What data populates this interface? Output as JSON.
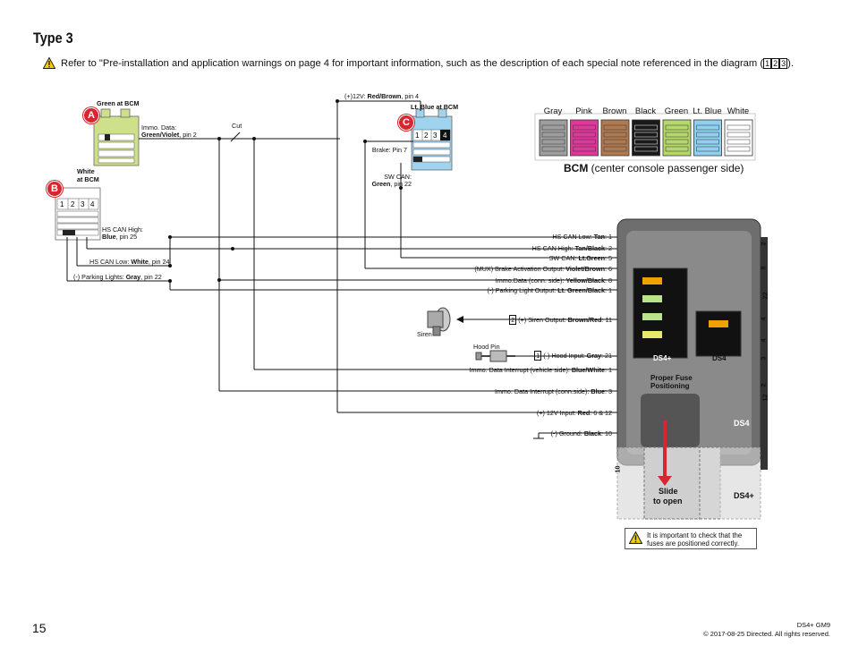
{
  "page": {
    "title": "Type 3",
    "note": "Refer to \"Pre-installation and application warnings on page 4 for important information, such as the description of each special note referenced in the diagram (",
    "note_end": ").",
    "note_refs": [
      "1",
      "2",
      "3"
    ],
    "page_number": "15",
    "footer_line1": "DS4+ GM9",
    "footer_line2": "© 2017-08-25 Directed. All rights reserved."
  },
  "connectors": {
    "a": {
      "letter": "A",
      "title": "Green at BCM",
      "color": "#cfe08a"
    },
    "b": {
      "letter": "B",
      "title_line1": "White",
      "title_line2": "at BCM",
      "color": "#ffffff"
    },
    "c": {
      "letter": "C",
      "title": "Lt. Blue at BCM",
      "color": "#9fd3ee"
    }
  },
  "bcm": {
    "caption_bold": "BCM",
    "caption_rest": " (center console passenger side)",
    "colors": [
      {
        "name": "Gray",
        "hex": "#9e9e9e"
      },
      {
        "name": "Pink",
        "hex": "#e0389a"
      },
      {
        "name": "Brown",
        "hex": "#b07a50"
      },
      {
        "name": "Black",
        "hex": "#1a1a1a"
      },
      {
        "name": "Green",
        "hex": "#b5d86a"
      },
      {
        "name": "Lt. Blue",
        "hex": "#8fd0f0"
      },
      {
        "name": "White",
        "hex": "#ffffff"
      }
    ]
  },
  "vehicle_labels": {
    "immo_data_a_1": "Immo. Data:",
    "immo_data_a_2": "Green/Violet",
    "immo_data_a_3": ", pin 2",
    "cut": "Cut",
    "plus12v_top_1": "(+)12V: ",
    "plus12v_top_2": "Red/Brown",
    "plus12v_top_3": ", pin 4",
    "brake_c": "Brake: Pin 7",
    "swcan_c_1": "SW CAN:",
    "swcan_c_2": "Green",
    "swcan_c_3": ", pin 22",
    "hs_high_b_1": "HS CAN High:",
    "hs_high_b_2": "Blue",
    "hs_high_b_3": ", pin 25",
    "hs_low_b_1": "HS CAN Low: ",
    "hs_low_b_2": "White",
    "hs_low_b_3": ", pin 24",
    "park_b_1": "(-) Parking Lights: ",
    "park_b_2": "Gray",
    "park_b_3": ", pin 22",
    "siren": "Siren",
    "hood_pin": "Hood Pin"
  },
  "module_wires": [
    {
      "pre": "HS CAN Low: ",
      "color": "Tan",
      "post": ": 1"
    },
    {
      "pre": "HS CAN High: ",
      "color": "Tan/Black",
      "post": ": 2"
    },
    {
      "pre": "SW CAN: ",
      "color": "Lt.Green",
      "post": ": 5"
    },
    {
      "pre": "(MUX) Brake Activation Output: ",
      "color": "Violet/Brown",
      "post": ": 6"
    },
    {
      "pre": "Immo.Data (conn. side): ",
      "color": "Yellow/Black",
      "post": ": 8"
    },
    {
      "pre": "(-) Parking Light Output: ",
      "color": "Lt. Green/Black",
      "post": ": 1"
    },
    {
      "pre": "(+) Siren Output: ",
      "color": "Brown/Red",
      "post": ": 11",
      "ref": "2"
    },
    {
      "pre": "(-) Hood Input: ",
      "color": "Gray",
      "post": ": 21",
      "ref": "1"
    },
    {
      "pre": "Immo. Data Interrupt (vehicle side): ",
      "color": "Blue/White",
      "post": ": 1"
    },
    {
      "pre": "Immo. Data Interrupt (conn.side): ",
      "color": "Blue",
      "post": ": 3"
    },
    {
      "pre": "(+) 12V Input: ",
      "color": "Red",
      "post": ": 6 & 12"
    },
    {
      "pre": "(-) Ground: ",
      "color": "Black",
      "post": ": 10"
    }
  ],
  "module": {
    "proper_fuse_1": "Proper Fuse",
    "proper_fuse_2": "Positioning",
    "ds4plus_fuse_label": "DS4+",
    "ds4_fuse_label": "DS4",
    "ds4_label": "DS4",
    "ds4plus_label": "DS4+",
    "slide_1": "Slide",
    "slide_2": "to open",
    "port_labels": [
      "2",
      "8",
      "4",
      "22",
      "4",
      "3",
      "2",
      "12",
      "10"
    ],
    "important": "It is important to check that the fuses are positioned correctly."
  }
}
